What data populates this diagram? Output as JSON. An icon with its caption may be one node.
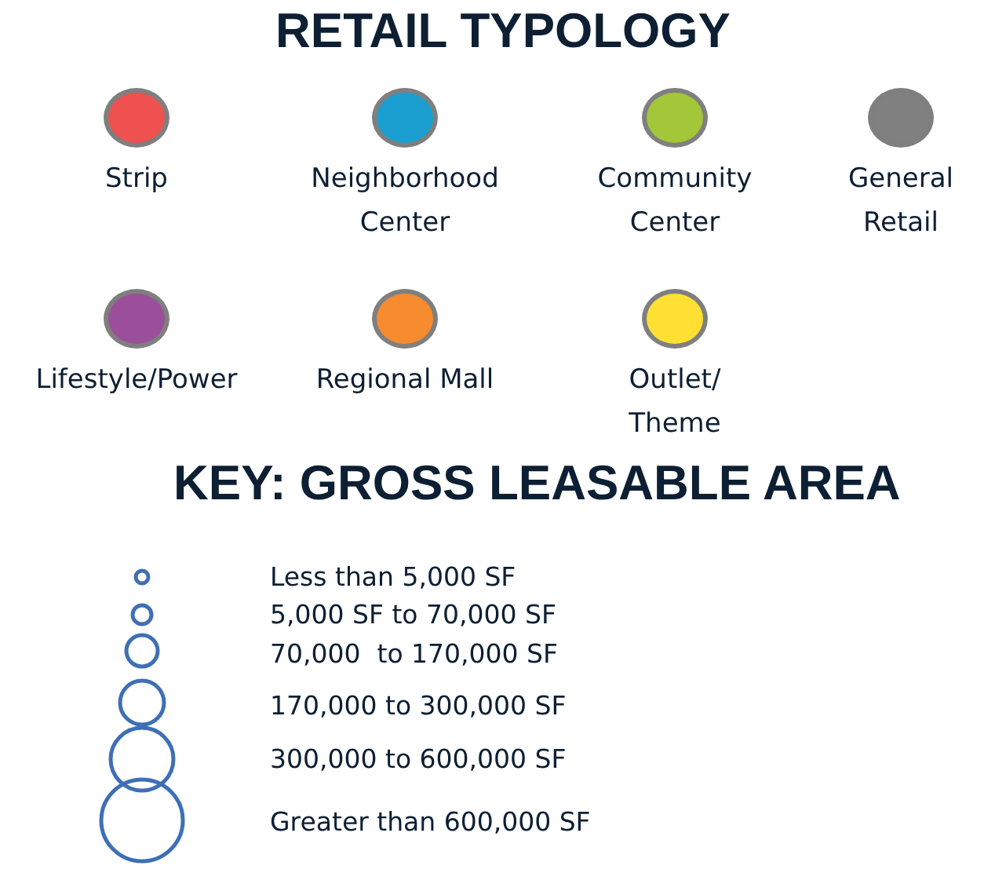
{
  "diagram": {
    "title": "RETAIL TYPOLOGY",
    "labels": [
      "KEY: GROSS LEASABLE AREA"
    ],
    "legend": [
      {
        "text": "Strip",
        "color": "#ef5050"
      },
      {
        "text": "Neighborhood Center",
        "color": "#1a9fd0"
      },
      {
        "text": "Community Center",
        "color": "#a4c639"
      },
      {
        "text": "General Retail",
        "color": "#808080"
      },
      {
        "text": "Lifestyle/Power",
        "color": "#9b4f9b"
      },
      {
        "text": "Regional Mall",
        "color": "#f68b2f"
      },
      {
        "text": "Outlet/ Theme",
        "color": "#ffe033"
      },
      {
        "text": "Less than 5,000 SF"
      },
      {
        "text": "5,000 SF to 70,000 SF"
      },
      {
        "text": "70,000  to 170,000 SF"
      },
      {
        "text": "170,000 to 300,000 SF"
      },
      {
        "text": "300,000 to 600,000 SF"
      },
      {
        "text": "Greater than 600,000 SF"
      }
    ]
  }
}
